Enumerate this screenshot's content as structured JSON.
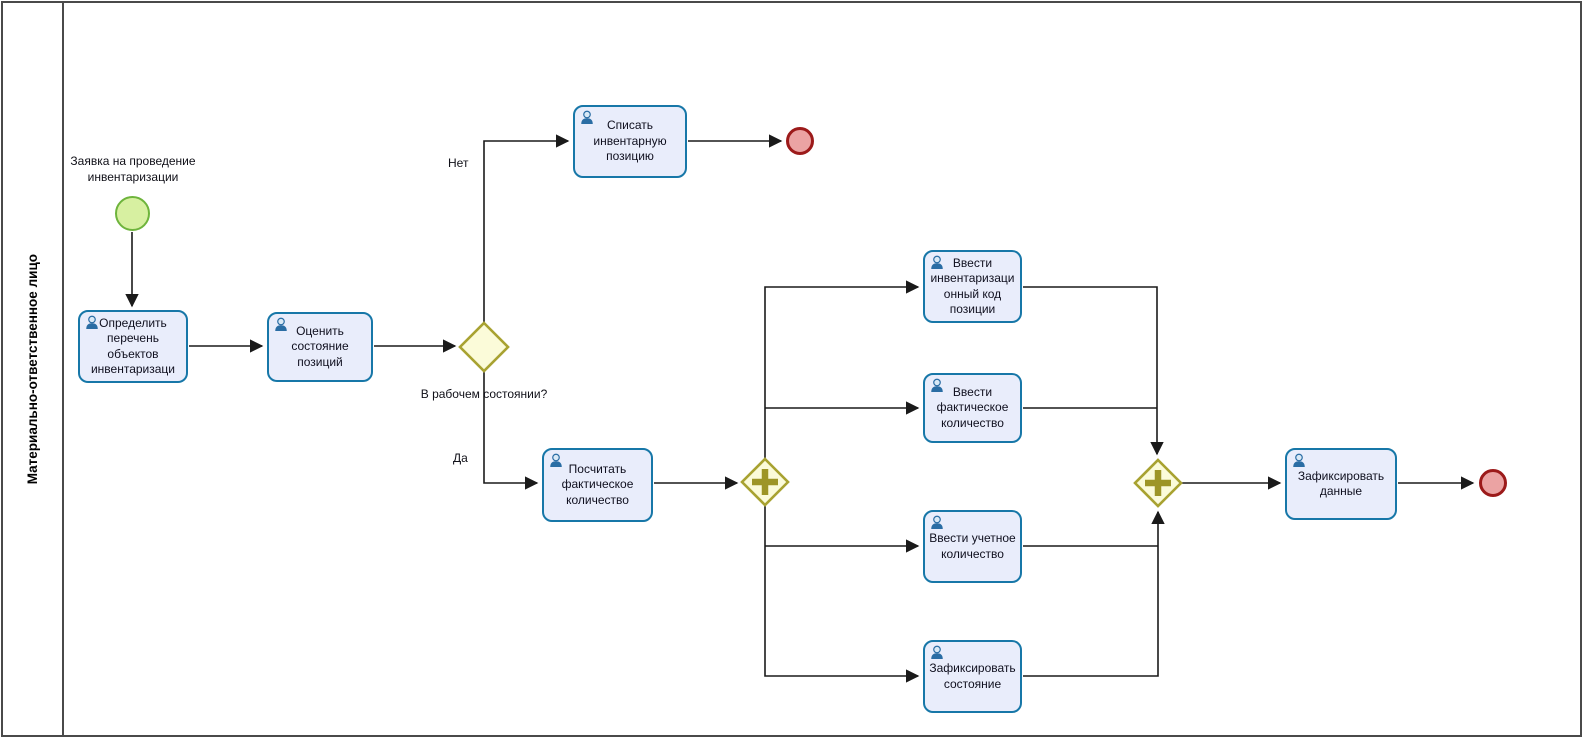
{
  "diagram": {
    "lane_label": "Материально-ответственное лицо",
    "start_event_label": "Заявка на проведение\nинвентаризации",
    "tasks": {
      "define_list": "Определить\nперечень\nобъектов\nинвентаризаци",
      "assess_state": "Оценить\nсостояние\nпозиций",
      "write_off": "Списать\nинвентарную\nпозицию",
      "count_actual": "Посчитать\nфактическое\nколичество",
      "enter_code": "Ввести\nинвентаризаци\nонный код\nпозиции",
      "enter_actual": "Ввести\nфактическое\nколичество",
      "enter_recorded": "Ввести учетное\nколичество",
      "record_state": "Зафиксировать\nсостояние",
      "record_data": "Зафиксировать\nданные"
    },
    "gateway_question": "В рабочем состоянии?",
    "edge_labels": {
      "no": "Нет",
      "yes": "Да"
    },
    "colors": {
      "task_fill": "#e9edfb",
      "task_stroke": "#1777a8",
      "gateway_fill": "#fbfbd9",
      "gateway_stroke": "#a8a231",
      "parallel_plus": "#9d9526",
      "start_fill": "#d7f0a1",
      "start_stroke": "#6eb43c",
      "end_fill": "#eba3a3",
      "end_stroke": "#9c1a1a",
      "flow_line": "#1a1a1a"
    }
  }
}
